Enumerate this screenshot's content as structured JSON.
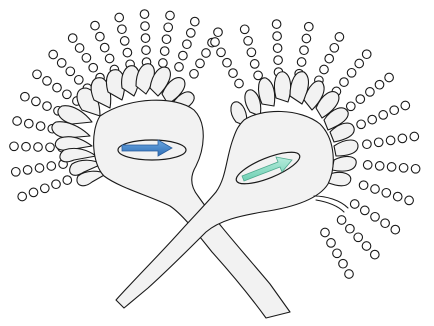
{
  "figure": {
    "structures": [
      {
        "id": "left-cell",
        "arrow_color": "#2f6fb7",
        "arrow_highlight": "#6aa6e0",
        "bead_count": 120
      },
      {
        "id": "right-cell",
        "arrow_color": "#6ccfb2",
        "arrow_highlight": "#b7ecdc",
        "bead_count": 120
      }
    ],
    "outline_color": "#1a1a1a",
    "fill_color": "#f2f2f2",
    "bead_fill": "#ffffff"
  }
}
